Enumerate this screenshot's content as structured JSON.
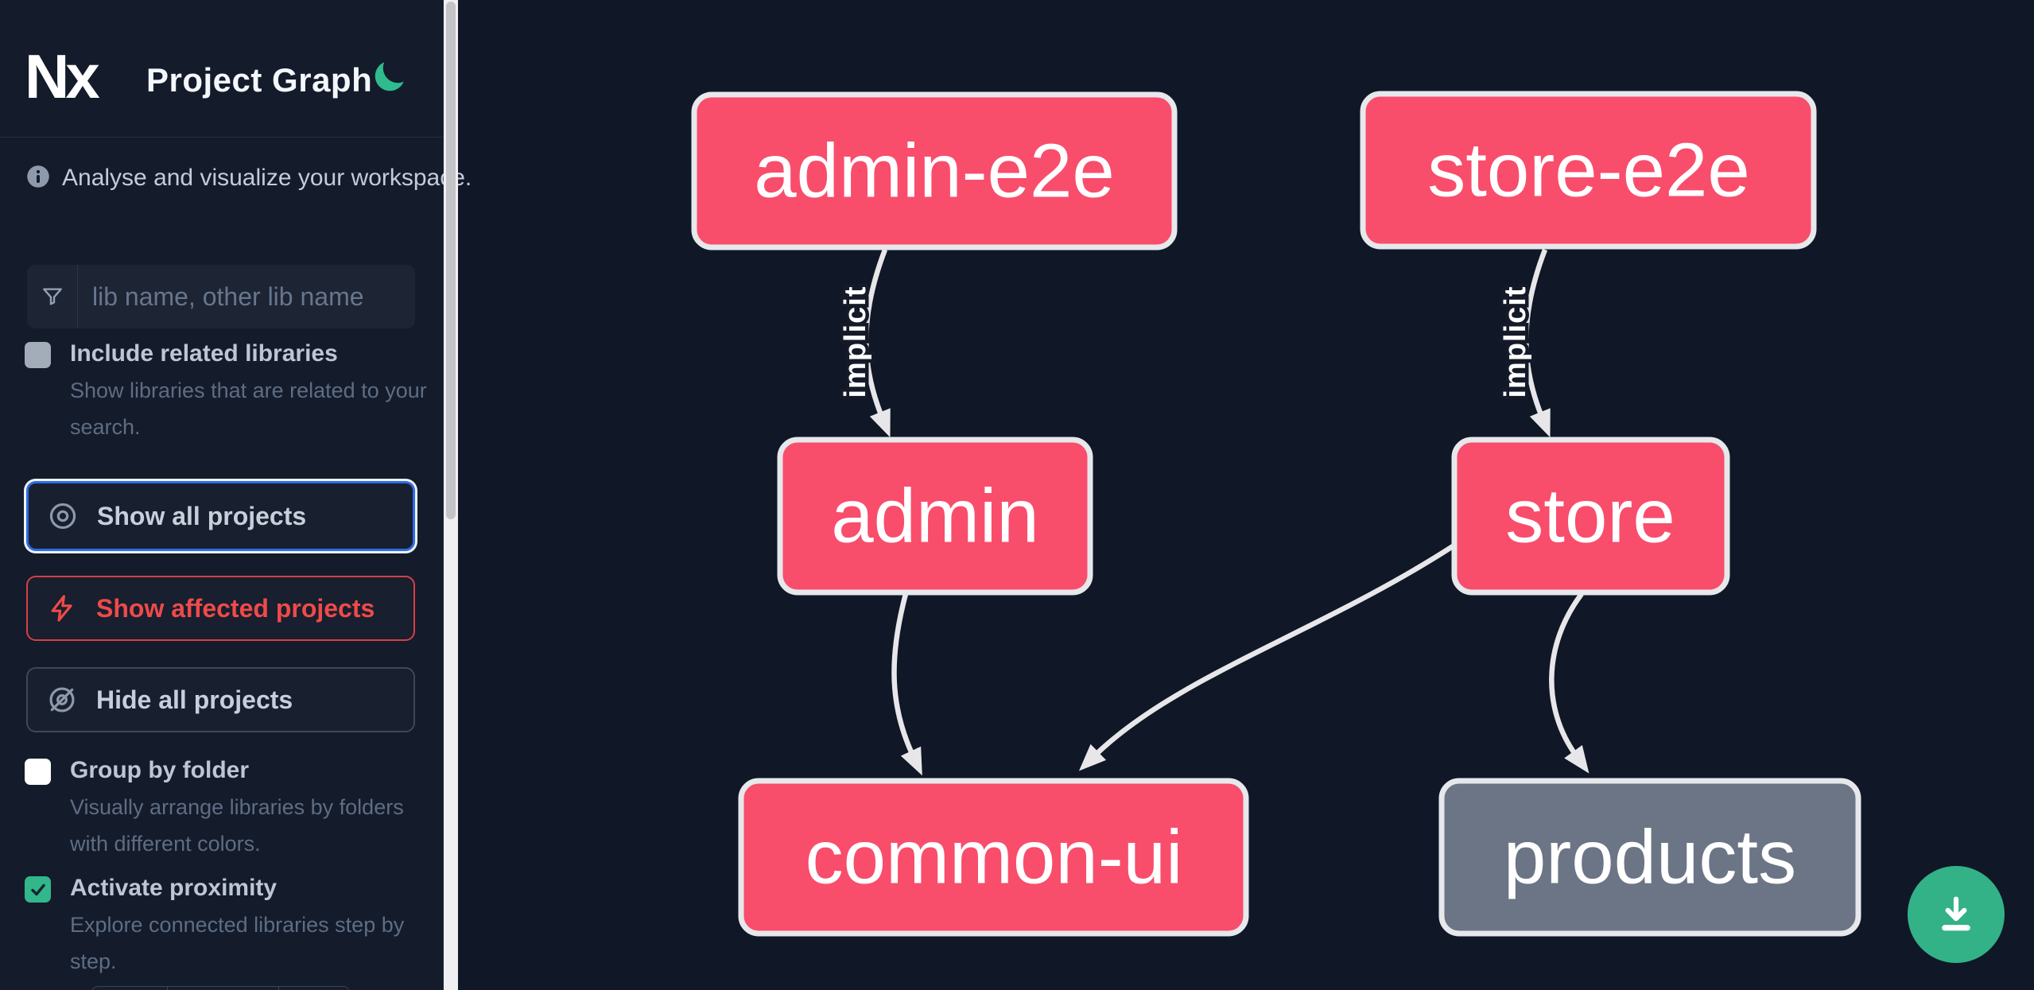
{
  "app": {
    "title": "Project Graph"
  },
  "colors": {
    "canvas_bg": "#101727",
    "sidebar_bg": "#141b2a",
    "node_pink": "#f94d6c",
    "node_gray": "#6b7585",
    "node_border": "#e6e8ec",
    "edge": "#e7e7ea",
    "accent_green": "#32b286",
    "focus_blue": "#2e6be5",
    "affected_red": "#ef4a4a"
  },
  "sidebar": {
    "tagline": "Analyse and visualize your workspace.",
    "search": {
      "placeholder": "lib name, other lib name",
      "value": ""
    },
    "options": [
      {
        "label": "Include related libraries",
        "description": "Show libraries that are related to your search.",
        "checked": false
      },
      {
        "label": "Group by folder",
        "description": "Visually arrange libraries by folders with different colors.",
        "checked": false
      },
      {
        "label": "Activate proximity",
        "description": "Explore connected libraries step by step.",
        "checked": true
      }
    ],
    "actions": [
      {
        "label": "Show all projects",
        "icon": "eye-icon",
        "state": "focused"
      },
      {
        "label": "Show affected projects",
        "icon": "bolt-icon",
        "state": "affected"
      },
      {
        "label": "Hide all projects",
        "icon": "eye-off-icon",
        "state": "default"
      }
    ]
  },
  "graph": {
    "nodes": [
      {
        "id": "admin-e2e",
        "label": "admin-e2e",
        "color": "#f94d6c"
      },
      {
        "id": "store-e2e",
        "label": "store-e2e",
        "color": "#f94d6c"
      },
      {
        "id": "admin",
        "label": "admin",
        "color": "#f94d6c"
      },
      {
        "id": "store",
        "label": "store",
        "color": "#f94d6c"
      },
      {
        "id": "common-ui",
        "label": "common-ui",
        "color": "#f94d6c"
      },
      {
        "id": "products",
        "label": "products",
        "color": "#6b7585"
      }
    ],
    "edges": [
      {
        "from": "admin-e2e",
        "to": "admin",
        "label": "implicit"
      },
      {
        "from": "store-e2e",
        "to": "store",
        "label": "implicit"
      },
      {
        "from": "admin",
        "to": "common-ui",
        "label": ""
      },
      {
        "from": "store",
        "to": "common-ui",
        "label": ""
      },
      {
        "from": "store",
        "to": "products",
        "label": ""
      }
    ]
  },
  "fab": {
    "icon": "download-icon"
  }
}
